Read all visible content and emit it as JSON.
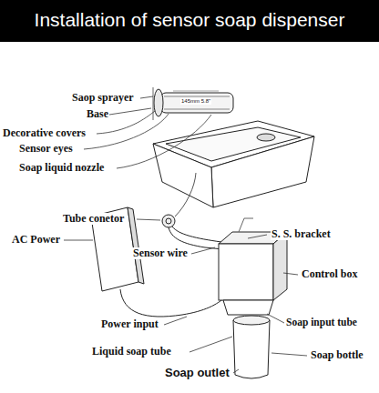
{
  "diagram": {
    "title": "Installation of sensor soap dispenser",
    "labels": [
      "Saop sprayer",
      "145mm 5.8\"",
      "Base",
      "Decorative covers",
      "Sensor eyes",
      "Soap liquid nozzle",
      "Tube conetor",
      "AC Power",
      "Sensor wire",
      "S. S. bracket",
      "Control box",
      "Power input",
      "Soap input tube",
      "Liquid soap tube",
      "Soap bottle",
      "Soap outlet"
    ]
  }
}
